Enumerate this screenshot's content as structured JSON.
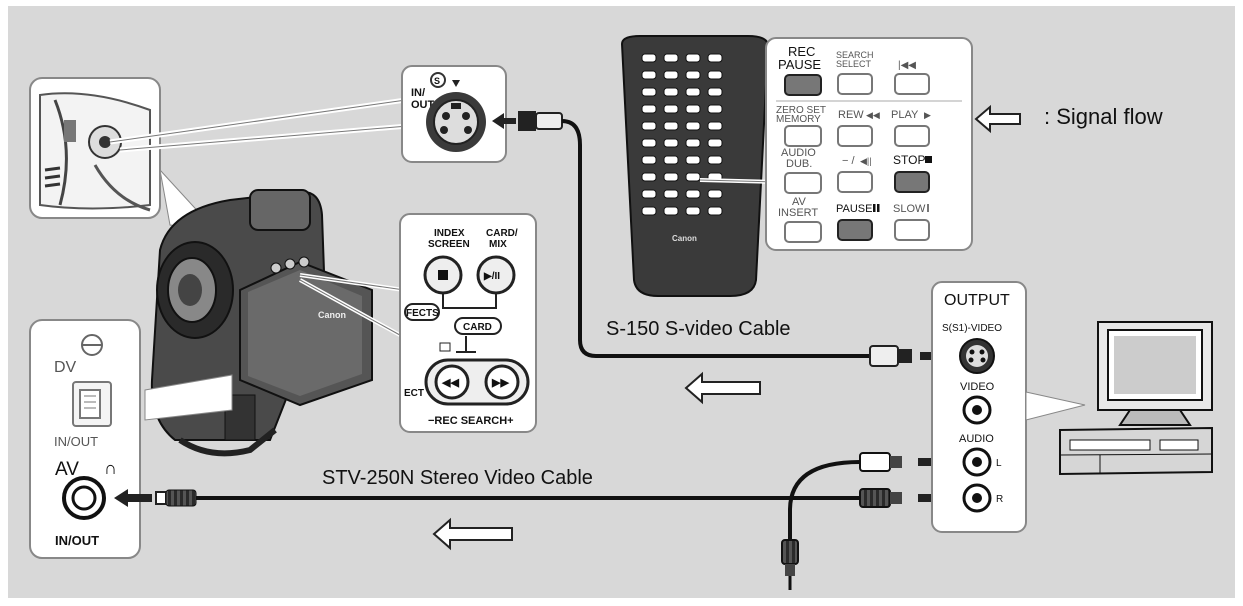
{
  "legend": {
    "label": ": Signal flow"
  },
  "cables": {
    "svideo": "S-150 S-video Cable",
    "stereo": "STV-250N Stereo Video Cable"
  },
  "camcorder_jack": {
    "in_out_top": "IN/",
    "in_out_bottom": "OUT"
  },
  "camcorder_panel": {
    "index_screen_1": "INDEX",
    "index_screen_2": "SCREEN",
    "card_mix_1": "CARD/",
    "card_mix_2": "MIX",
    "effects": "FECTS",
    "card": "CARD",
    "ect": "ECT",
    "rec_search": "−REC SEARCH+"
  },
  "remote_panel": {
    "rec": "REC",
    "pause": "PAUSE",
    "search_1": "SEARCH",
    "search_2": "SELECT",
    "zero_set_1": "ZERO SET",
    "zero_set_2": "MEMORY",
    "rew": "REW",
    "play": "PLAY",
    "audio_1": "AUDIO",
    "audio_2": "DUB.",
    "minus": "− /",
    "stop": "STOP",
    "av_1": "AV",
    "av_2": "INSERT",
    "pause2": "PAUSE",
    "slow": "SLOW",
    "brand": "Canon"
  },
  "camcorder": {
    "brand": "Canon"
  },
  "left_panel": {
    "dv": "DV",
    "in_out_1": "IN/OUT",
    "av": "AV",
    "headphone": "∩",
    "in_out_2": "IN/OUT"
  },
  "output_panel": {
    "title": "OUTPUT",
    "svideo": "S(S1)-VIDEO",
    "video": "VIDEO",
    "audio": "AUDIO",
    "l": "L",
    "r": "R"
  }
}
